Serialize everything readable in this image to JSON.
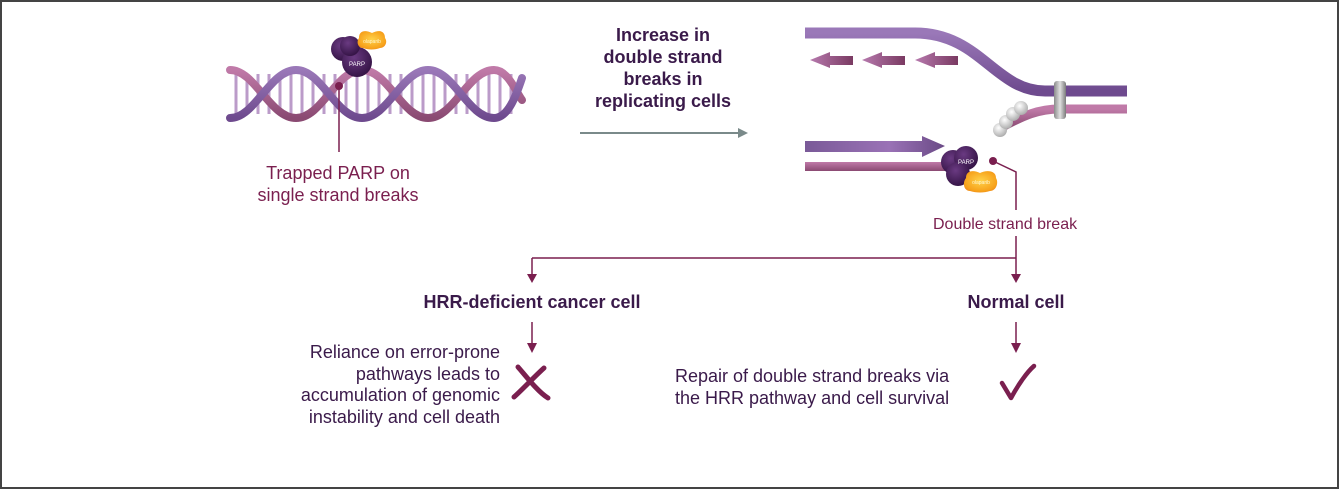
{
  "colors": {
    "maroon": "#7a1f4f",
    "dark_purple_text": "#3a1a4a",
    "strand_purple": "#8a64a8",
    "strand_pink": "#a86090",
    "parp_purple": "#4a1e5c",
    "olaparib_orange": "#f7a21b",
    "arrow_grey": "#7a8a8a",
    "frame_border": "#444444"
  },
  "left_panel": {
    "parp_label": "PARP",
    "drug_label": "olaparib",
    "caption_line1": "Trapped PARP on",
    "caption_line2": "single strand breaks"
  },
  "middle": {
    "heading_lines": [
      "Increase in",
      "double strand",
      "breaks in",
      "replicating cells"
    ],
    "arrow_icon": "right-arrow"
  },
  "right_panel": {
    "parp_label": "PARP",
    "drug_label": "olaparib",
    "break_label": "Double strand break",
    "direction_arrows": [
      "left-arrow",
      "left-arrow",
      "left-arrow",
      "right-arrow"
    ]
  },
  "branches": {
    "cancer": {
      "title": "HRR-deficient cancer cell",
      "outcome_lines": [
        "Reliance on error-prone",
        "pathways leads to",
        "accumulation of genomic",
        "instability and cell death"
      ],
      "outcome_icon": "cross-mark"
    },
    "normal": {
      "title": "Normal cell",
      "outcome_lines": [
        "Repair of double strand breaks via",
        "the HRR pathway and cell survival"
      ],
      "outcome_icon": "check-mark"
    }
  }
}
